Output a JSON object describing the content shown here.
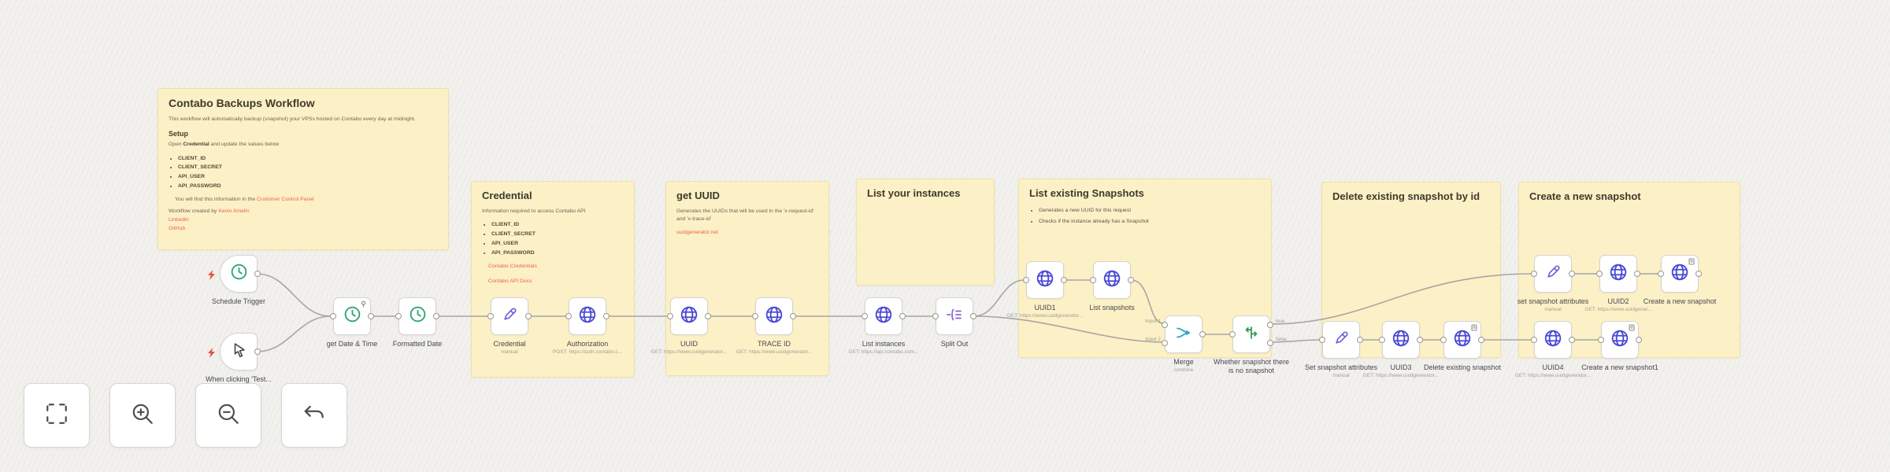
{
  "colors": {
    "canvas_bg": "#f2f1ee",
    "sticky_bg": "#fcf0c6",
    "accent_link": "#f25f4a",
    "globe_icon": "#4a49d4",
    "pencil_icon": "#6e63d6",
    "clock_icon": "#2fa572",
    "merge_icon": "#2aa7c4",
    "if_icon": "#2f9e4f",
    "split_icon": "#8a63d2",
    "trigger_bolt": "#e9503f",
    "wire": "#a7a6a2"
  },
  "sticky_notes": {
    "main": {
      "title": "Contabo Backups Workflow",
      "p1": "This workflow will automatically backup (snapshot) your VPSs hosted on Contabo every day at midnight.",
      "setup_heading": "Setup",
      "open_prefix": "Open ",
      "open_bold": "Credential",
      "open_suffix": " and update the values below",
      "bullets": [
        "CLIENT_ID",
        "CLIENT_SECRET",
        "API_USER",
        "API_PASSWORD"
      ],
      "find_prefix": "You will find this information in the ",
      "find_link": "Customer Control Panel",
      "created_prefix": "Workflow created by ",
      "author": "Kevin Amelin",
      "link_linkedin": "LinkedIn",
      "link_github": "GitHub"
    },
    "credential": {
      "title": "Credential",
      "intro": "Information required to access Contabo API",
      "bullets": [
        "CLIENT_ID",
        "CLIENT_SECRET",
        "API_USER",
        "API_PASSWORD"
      ],
      "link1": "Contabo Credentials",
      "link2": "Contabo API Docs"
    },
    "get_uuid": {
      "title": "get UUID",
      "body": "Generates the UUIDs that will be used in the 'x-request-id' and 'x-trace-id'",
      "link": "uuidgenerator.net"
    },
    "list_instances": {
      "title": "List your instances"
    },
    "list_snapshots": {
      "title": "List existing Snapshots",
      "bullets": [
        "Generates a new UUID for this request",
        "Checks if the instance already has a Snapshot"
      ]
    },
    "delete_snapshot": {
      "title": "Delete existing snapshot by id"
    },
    "create_snapshot": {
      "title": "Create a new snapshot"
    }
  },
  "nodes": {
    "schedule_trigger": {
      "label": "Schedule Trigger"
    },
    "manual_trigger": {
      "label": "When clicking 'Test..."
    },
    "get_datetime": {
      "label": "get Date & Time"
    },
    "formatted_date": {
      "label": "Formatted Date"
    },
    "credential": {
      "label": "Credential",
      "subtitle": "manual"
    },
    "authorization": {
      "label": "Authorization",
      "subtitle": "POST: https://auth.contabo.c..."
    },
    "uuid": {
      "label": "UUID",
      "subtitle": "GET: https://www.uuidgenerator..."
    },
    "trace_id": {
      "label": "TRACE ID",
      "subtitle": "GET: https://www.uuidgenerator..."
    },
    "list_instances": {
      "label": "List instances",
      "subtitle": "GET: https://api.contabo.com..."
    },
    "split_out": {
      "label": "Split Out"
    },
    "uuid1": {
      "label": "UUID1",
      "subtitle": "GET: https://www.uuidgenerator..."
    },
    "list_snapshots": {
      "label": "List snapshots"
    },
    "merge": {
      "label": "Merge",
      "subtitle": "combine",
      "input1_label": "Input 1",
      "input2_label": "Input 2"
    },
    "if_snapshot": {
      "label_line1": "Whether snapshot there",
      "label_line2": "is no snapshot",
      "output_true": "true",
      "output_false": "false"
    },
    "set_snapshot_attributes": {
      "label": "Set snapshot attributes",
      "subtitle": "manual"
    },
    "uuid3": {
      "label": "UUID3",
      "subtitle": "GET: https://www.uuidgenerator..."
    },
    "delete_existing_snapshot": {
      "label": "Delete existing snapshot"
    },
    "set_snapshot_attributes_lower": {
      "label": "set snapshot attributes",
      "subtitle": "manual"
    },
    "uuid2": {
      "label": "UUID2",
      "subtitle": "GET: https://www.uuidgener..."
    },
    "create_new_snapshot": {
      "label": "Create a new snapshot"
    },
    "uuid4": {
      "label": "UUID4",
      "subtitle": "GET: https://www.uuidgenerator..."
    },
    "create_new_snapshot1": {
      "label": "Create a new snapshot1"
    }
  },
  "controls": {
    "fit": "fit-view",
    "zoom_in": "zoom-in",
    "zoom_out": "zoom-out",
    "undo": "reset-zoom"
  }
}
